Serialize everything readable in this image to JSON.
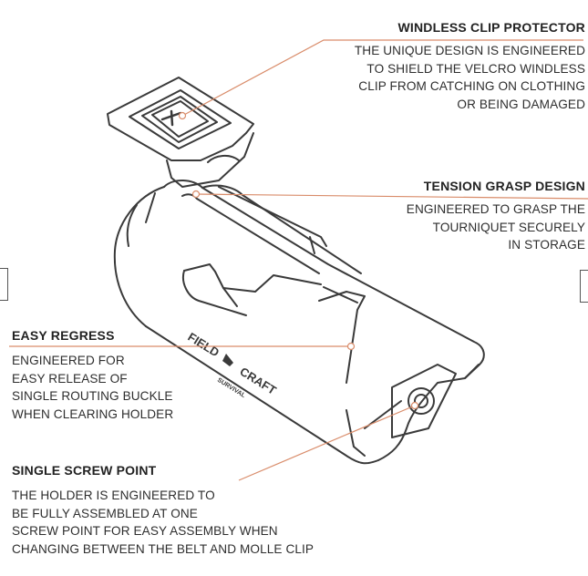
{
  "callouts": {
    "windless": {
      "title": "WINDLESS CLIP PROTECTOR",
      "lines": [
        "THE UNIQUE DESIGN IS ENGINEERED",
        "TO SHIELD THE VELCRO WINDLESS",
        "CLIP FROM CATCHING ON CLOTHING",
        "OR BEING DAMAGED"
      ]
    },
    "tension": {
      "title": "TENSION GRASP DESIGN",
      "lines": [
        "ENGINEERED TO GRASP THE",
        "TOURNIQUET SECURELY",
        "IN STORAGE"
      ]
    },
    "regress": {
      "title": "EASY REGRESS",
      "lines": [
        "ENGINEERED FOR",
        "EASY RELEASE OF",
        "SINGLE ROUTING BUCKLE",
        "WHEN CLEARING HOLDER"
      ]
    },
    "screw": {
      "title": "SINGLE SCREW POINT",
      "lines": [
        "THE HOLDER IS ENGINEERED TO",
        "BE FULLY ASSEMBLED AT ONE",
        "SCREW POINT FOR EASY ASSEMBLY WHEN",
        "CHANGING BETWEEN THE BELT AND MOLLE CLIP"
      ]
    }
  },
  "logo": {
    "line1": "FIELD",
    "line2": "CRAFT",
    "line3": "SURVIVAL"
  },
  "colors": {
    "leader": "#d98c6a",
    "outline": "#3a3a3a",
    "text": "#2b2b2b"
  }
}
